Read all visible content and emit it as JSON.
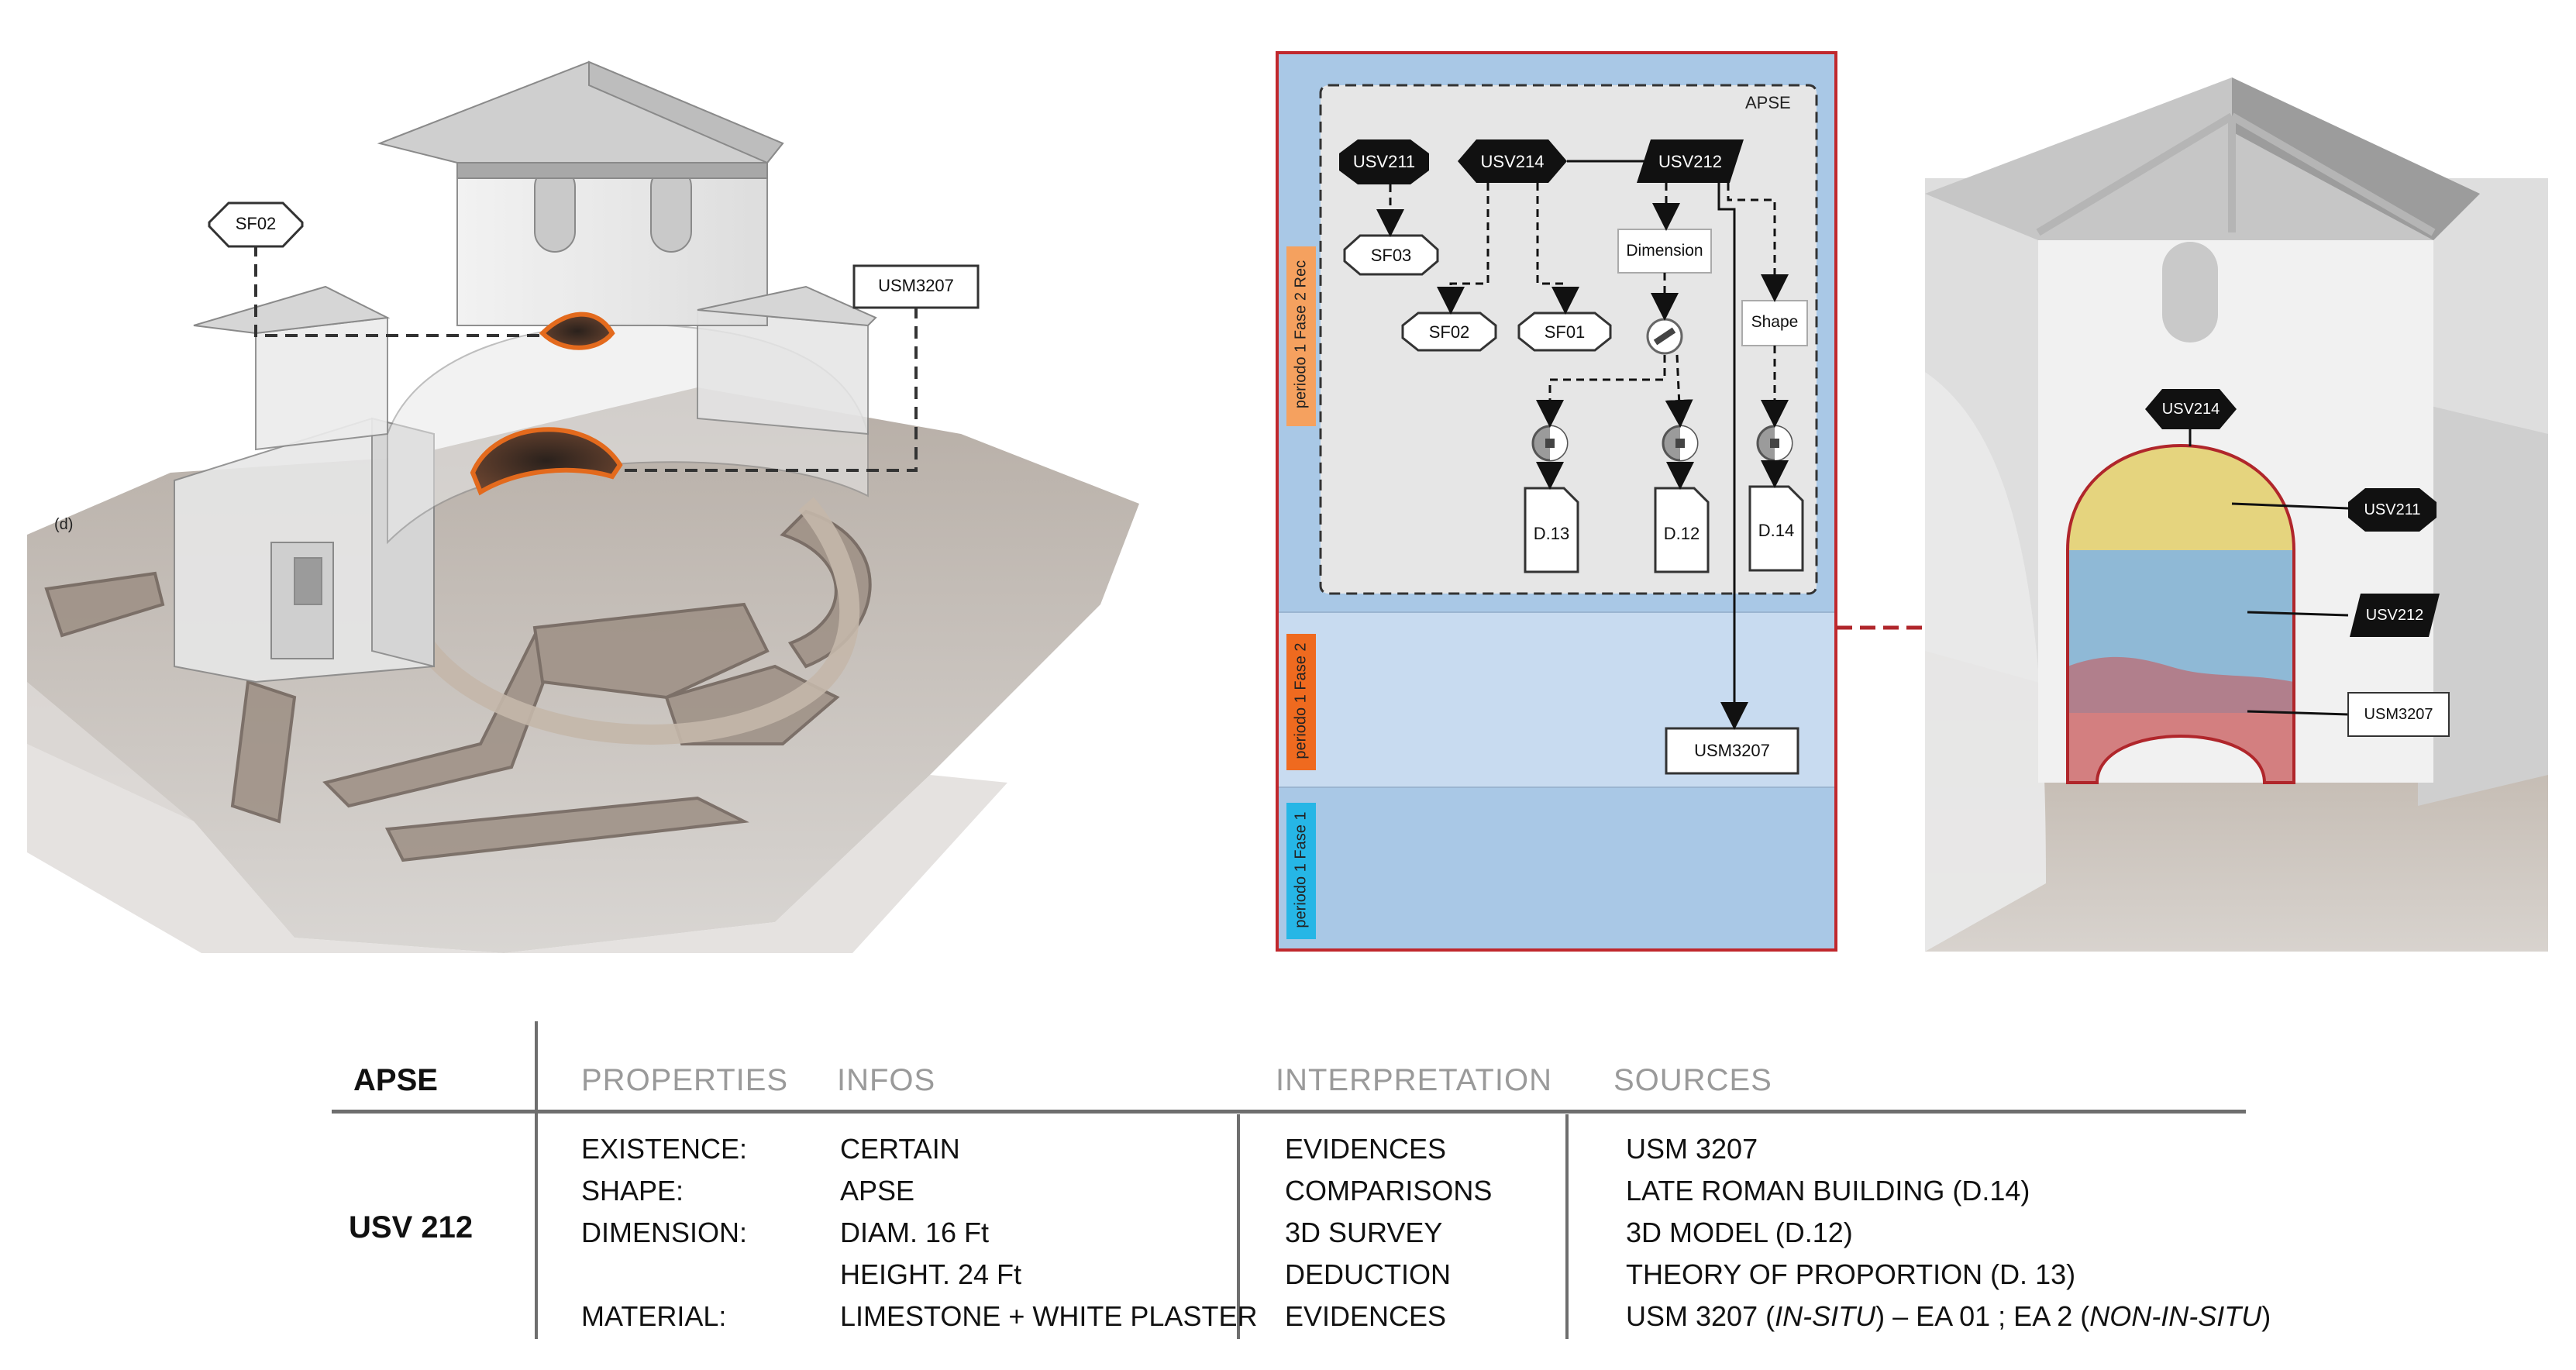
{
  "left_panel": {
    "label_d": "(d)",
    "callout_sf02": "SF02",
    "callout_usm3207": "USM3207"
  },
  "diagram": {
    "group_label": "APSE",
    "phases": [
      "periodo 1 Fase 2 Rec",
      "periodo 1 Fase 2",
      "periodo 1 Fase 1"
    ],
    "phase_colors": [
      "#f5a15f",
      "#ef6a1f",
      "#26b6e6"
    ],
    "nodes": {
      "usv211": "USV211",
      "usv214": "USV214",
      "usv212": "USV212",
      "sf03": "SF03",
      "sf02": "SF02",
      "sf01": "SF01",
      "dimension": "Dimension",
      "shape": "Shape",
      "d13": "D.13",
      "d12": "D.12",
      "d14": "D.14",
      "usm3207": "USM3207"
    }
  },
  "right_panel": {
    "labels": {
      "usv214": "USV214",
      "usv211": "USV211",
      "usv212": "USV212",
      "usm3207": "USM3207"
    },
    "colors": {
      "usv211": "#e3cf6a",
      "usv212": "#6ea6cc",
      "usm3207": "#c8585a"
    }
  },
  "table": {
    "section": "APSE",
    "item": "USV 212",
    "headers": {
      "properties": "PROPERTIES",
      "infos": "INFOS",
      "interpretation": "INTERPRETATION",
      "sources": "SOURCES"
    },
    "rows": [
      {
        "property": "EXISTENCE:",
        "info": "CERTAIN",
        "interpretation": "EVIDENCES",
        "source": "USM 3207"
      },
      {
        "property": "SHAPE:",
        "info": "APSE",
        "interpretation": "COMPARISONS",
        "source": "LATE ROMAN BUILDING (D.14)"
      },
      {
        "property": "DIMENSION:",
        "info": "DIAM. 16 Ft",
        "interpretation": "3D SURVEY",
        "source": "3D MODEL (D.12)"
      },
      {
        "property": "",
        "info": "HEIGHT. 24 Ft",
        "interpretation": "DEDUCTION",
        "source": "THEORY OF PROPORTION (D. 13)"
      },
      {
        "property": "MATERIAL:",
        "info": "LIMESTONE + WHITE PLASTER",
        "interpretation": "EVIDENCES",
        "source_parts": [
          "USM 3207 (",
          "IN-SITU",
          ") – EA 01 ; EA 2 (",
          "NON-IN-SITU",
          ")"
        ]
      }
    ]
  }
}
